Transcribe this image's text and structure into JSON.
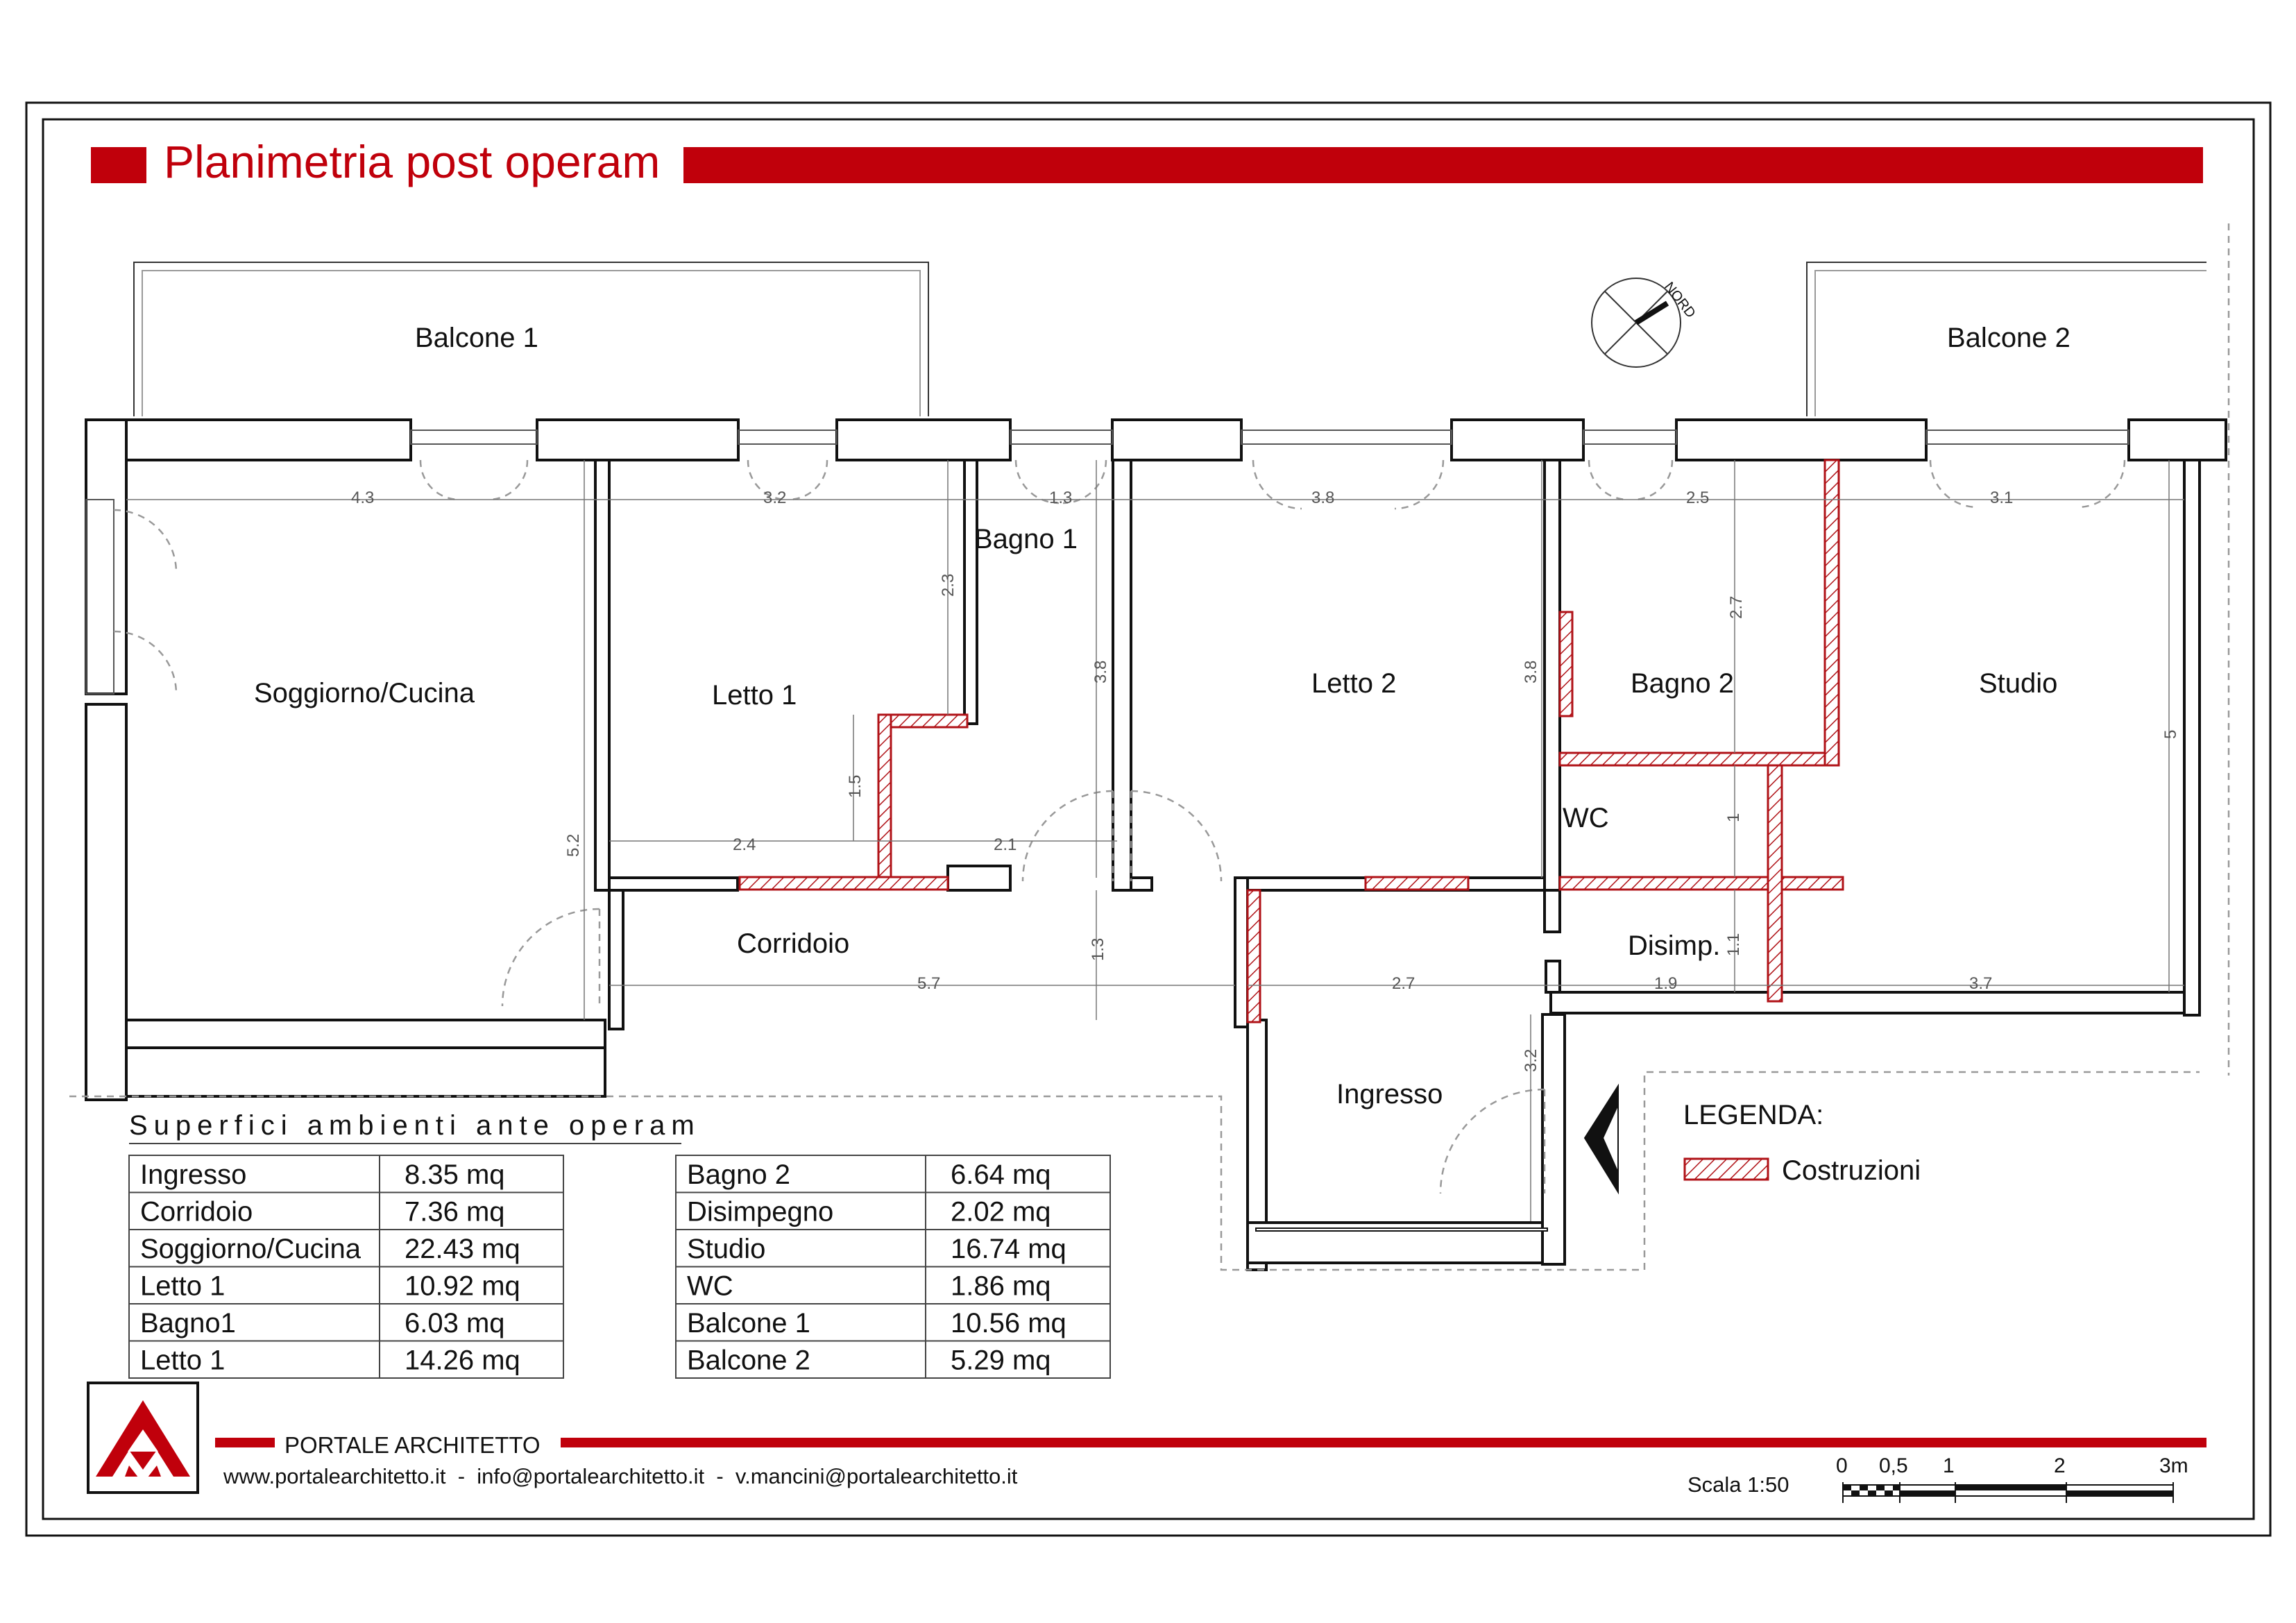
{
  "title": "Planimetria post operam",
  "compass_label": "NORD",
  "rooms": {
    "balcone1": "Balcone 1",
    "balcone2": "Balcone 2",
    "soggiorno": "Soggiorno/Cucina",
    "letto1": "Letto 1",
    "bagno1": "Bagno 1",
    "letto2": "Letto 2",
    "bagno2": "Bagno 2",
    "studio": "Studio",
    "wc": "WC",
    "corridoio": "Corridoio",
    "disimp": "Disimp.",
    "ingresso": "Ingresso"
  },
  "dimensions": {
    "d_4_3": "4.3",
    "d_3_2": "3.2",
    "d_1_3a": "1.3",
    "d_3_8a": "3.8",
    "d_2_5": "2.5",
    "d_3_1": "3.1",
    "d_2_3": "2.3",
    "d_3_8b": "3.8",
    "d_3_8c": "3.8",
    "d_2_7a": "2.7",
    "d_5": "5",
    "d_1_5": "1.5",
    "d_5_2": "5.2",
    "d_2_4": "2.4",
    "d_2_1": "2.1",
    "d_1": "1",
    "d_1_3b": "1.3",
    "d_5_7": "5.7",
    "d_2_7b": "2.7",
    "d_1_1": "1.1",
    "d_1_9": "1.9",
    "d_3_7": "3.7",
    "d_3_2b": "3.2"
  },
  "surfaces": {
    "heading": "Superfici ambienti ante operam",
    "left": [
      {
        "name": "Ingresso",
        "value": "8.35 mq"
      },
      {
        "name": "Corridoio",
        "value": "7.36 mq"
      },
      {
        "name": "Soggiorno/Cucina",
        "value": "22.43 mq"
      },
      {
        "name": "Letto 1",
        "value": "10.92 mq"
      },
      {
        "name": "Bagno1",
        "value": "6.03 mq"
      },
      {
        "name": "Letto 1",
        "value": "14.26 mq"
      }
    ],
    "right": [
      {
        "name": "Bagno 2",
        "value": "6.64 mq"
      },
      {
        "name": "Disimpegno",
        "value": "2.02 mq"
      },
      {
        "name": "Studio",
        "value": "16.74 mq"
      },
      {
        "name": "WC",
        "value": "1.86 mq"
      },
      {
        "name": "Balcone 1",
        "value": "10.56 mq"
      },
      {
        "name": "Balcone 2",
        "value": "5.29 mq"
      }
    ]
  },
  "legend": {
    "title": "LEGENDA:",
    "item": "Costruzioni"
  },
  "footer": {
    "brand": "PORTALE ARCHITETTO",
    "contacts": "www.portalearchitetto.it  -  info@portalearchitetto.it  -  v.mancini@portalearchitetto.it",
    "scale_label": "Scala 1:50",
    "scale_ticks": [
      "0",
      "0,5",
      "1",
      "2",
      "3m"
    ]
  },
  "colors": {
    "accent": "#c0000b",
    "walls": "#111111",
    "hatch": "#b01217"
  }
}
